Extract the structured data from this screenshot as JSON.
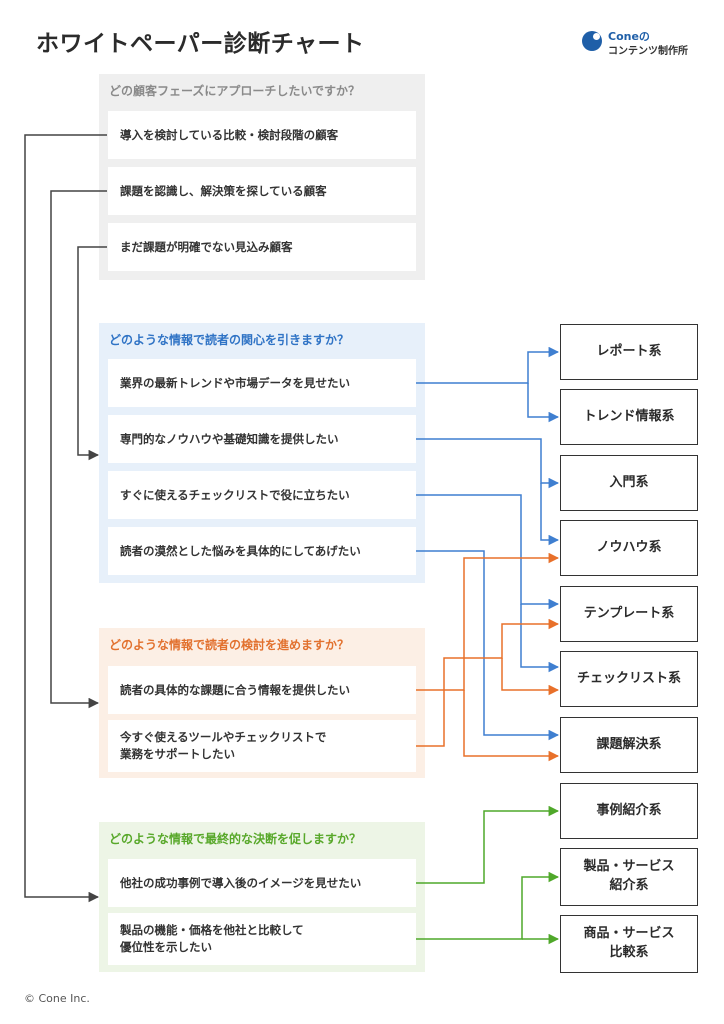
{
  "title": "ホワイトペーパー診断チャート",
  "logo": {
    "brand": "Coneの",
    "name": "コンテンツ制作所"
  },
  "questions": [
    {
      "title": "どの顧客フェーズにアプローチしたいですか？",
      "options": [
        "導入を検討している比較・検討段階の顧客",
        "課題を認識し、解決策を探している顧客",
        "まだ課題が明確でない見込み顧客"
      ]
    },
    {
      "title": "どのような情報で読者の関心を引きますか？",
      "options": [
        "業界の最新トレンドや市場データを見せたい",
        "専門的なノウハウや基礎知識を提供したい",
        "すぐに使えるチェックリストで役に立ちたい",
        "読者の漠然とした悩みを具体的にしてあげたい"
      ]
    },
    {
      "title": "どのような情報で読者の検討を進めますか？",
      "options": [
        "読者の具体的な課題に合う情報を提供したい",
        "今すぐ使えるツールやチェックリストで\n業務をサポートしたい"
      ]
    },
    {
      "title": "どのような情報で最終的な決断を促しますか？",
      "options": [
        "他社の成功事例で導入後のイメージを見せたい",
        "製品の機能・価格を他社と比較して\n優位性を示したい"
      ]
    }
  ],
  "results": [
    "レポート系",
    "トレンド情報系",
    "入門系",
    "ノウハウ系",
    "テンプレート系",
    "チェックリスト系",
    "課題解決系",
    "事例紹介系",
    "製品・サービス\n紹介系",
    "商品・サービス\n比較系"
  ],
  "colors": {
    "gray": "#444444",
    "blue": "#3f7fd0",
    "orange": "#e8702a",
    "green": "#4fa82a"
  },
  "copyright": "© Cone Inc."
}
